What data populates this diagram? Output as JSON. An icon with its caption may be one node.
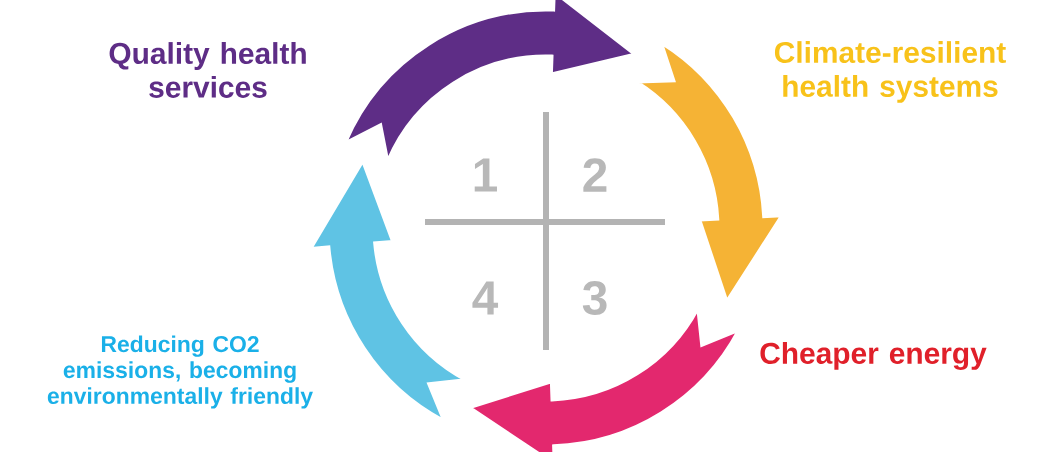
{
  "diagram": {
    "labels": [
      "Quality health services",
      "Climate-resilient health systems",
      "1",
      "2",
      "4",
      "3",
      "Reducing CO2 emissions, becoming environmentally friendly",
      "Cheaper energy"
    ]
  }
}
